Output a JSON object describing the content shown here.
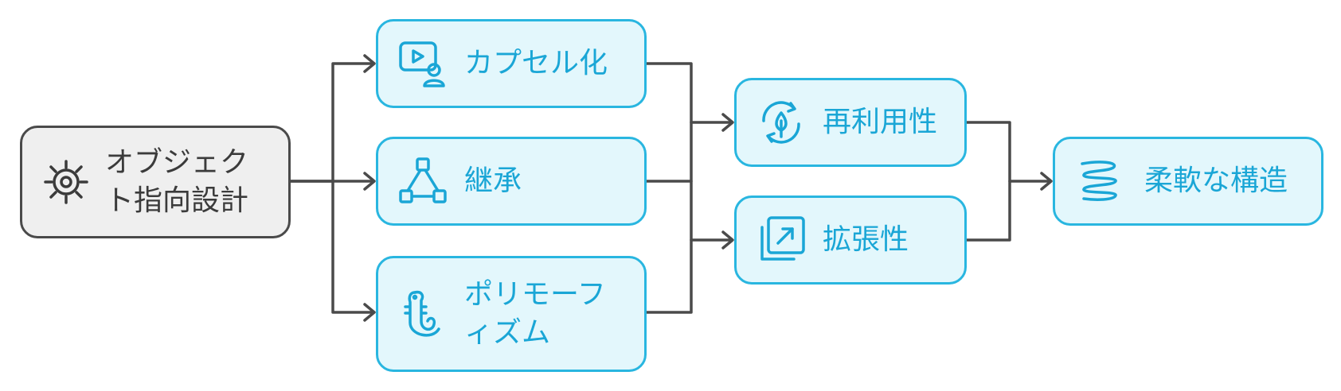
{
  "nodes": {
    "oop": {
      "label": "オブジェク\nト指向設計",
      "icon": "gear-icon"
    },
    "encapsulation": {
      "label": "カプセル化",
      "icon": "media-user-icon"
    },
    "inheritance": {
      "label": "継承",
      "icon": "hierarchy-icon"
    },
    "polymorphism": {
      "label": "ポリモーフ\nィズム",
      "icon": "shapeshift-icon"
    },
    "reusability": {
      "label": "再利用性",
      "icon": "recycle-icon"
    },
    "extensibility": {
      "label": "拡張性",
      "icon": "expand-arrow-icon"
    },
    "flexible_structure": {
      "label": "柔軟な構造",
      "icon": "spring-icon"
    }
  },
  "edges": [
    [
      "oop",
      "encapsulation"
    ],
    [
      "oop",
      "inheritance"
    ],
    [
      "oop",
      "polymorphism"
    ],
    [
      "encapsulation",
      "reusability"
    ],
    [
      "inheritance",
      "reusability"
    ],
    [
      "inheritance",
      "extensibility"
    ],
    [
      "polymorphism",
      "extensibility"
    ],
    [
      "reusability",
      "flexible_structure"
    ],
    [
      "extensibility",
      "flexible_structure"
    ]
  ],
  "colors": {
    "accent": "#29b6e0",
    "accent_text": "#1aa6d6",
    "accent_fill": "#e3f7fc",
    "root_border": "#4a4a4a",
    "root_fill": "#efefef",
    "edge": "#4a4a4a"
  }
}
